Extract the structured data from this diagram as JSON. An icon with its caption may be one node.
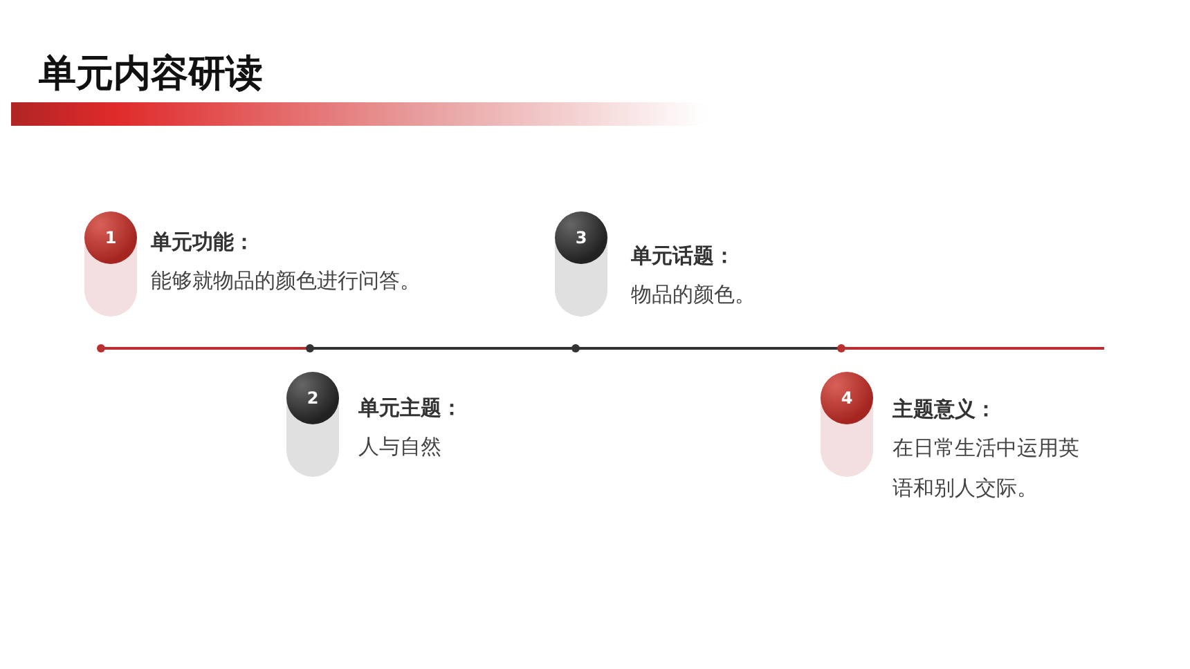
{
  "diagram": {
    "title": "单元内容研读",
    "nodes": [
      {
        "text": [],
        "shape": "bar"
      },
      {
        "text": [
          "1",
          "单元功能：",
          "能够就物品的颜色进行问答。"
        ]
      },
      {
        "text": [
          "2",
          "单元主题：",
          "人与自然"
        ]
      },
      {
        "text": [
          "3",
          "单元话题：",
          "物品的颜色。"
        ]
      },
      {
        "text": [
          "4",
          "主题意义：",
          "在日常生活中运用英语和别人交际。"
        ]
      }
    ]
  }
}
